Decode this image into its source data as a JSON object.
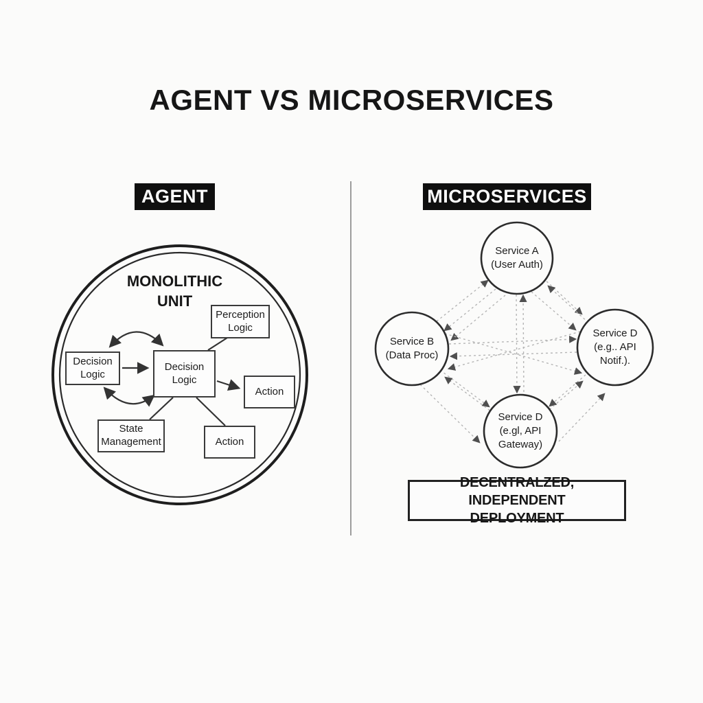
{
  "title": "AGENT VS MICROSERVICES",
  "left_panel": {
    "header": "AGENT",
    "unit_label": "MONOLITHIC\nUNIT",
    "boxes": [
      {
        "label": "Perception\nLogic"
      },
      {
        "label": "Decision\nLogic"
      },
      {
        "label": "Decision\nLogic"
      },
      {
        "label": "Action"
      },
      {
        "label": "State\nManagement"
      },
      {
        "label": "Action"
      }
    ]
  },
  "right_panel": {
    "header": "MICROSERVICES",
    "services": [
      {
        "label": "Service A\n(User Auth)"
      },
      {
        "label": "Service B\n(Data Proc)"
      },
      {
        "label": "Service D\n(e.g.. API\nNotif.)."
      },
      {
        "label": "Service D\n(e.gl, API\nGateway)"
      }
    ],
    "caption": "DECENTRALZED, INDEPENDENT\nDEPLOYMENT"
  },
  "colors": {
    "background": "#fbfbfa",
    "ink": "#1c1c1c",
    "header_bg": "#0f0f0f",
    "mesh_line": "#b5b5b5",
    "arrowhead": "#4f4f4f"
  }
}
